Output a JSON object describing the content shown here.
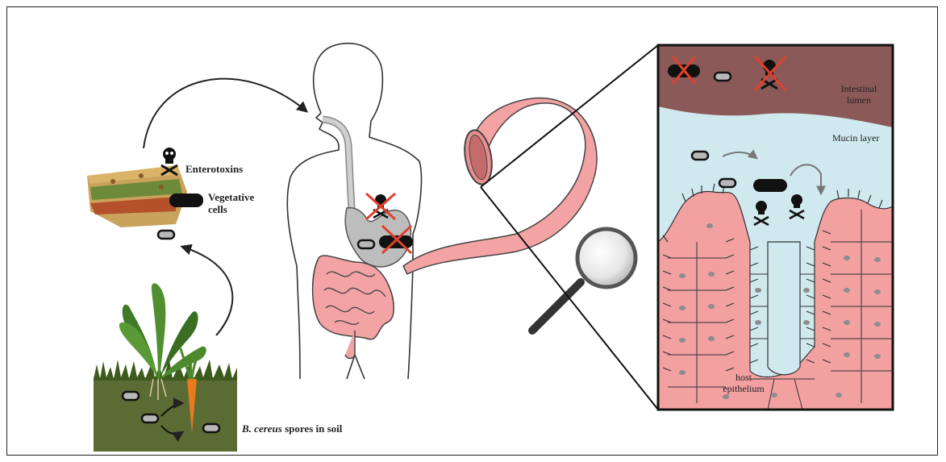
{
  "labels": {
    "enterotoxins": "Enterotoxins",
    "vegetative_cells": "Vegetative cells",
    "soil_species": "B. cereus",
    "soil_rest": " spores in soil",
    "intestinal_lumen": "Intestinal lumen",
    "mucin_layer": "Mucin layer",
    "host_epithelium": "host epithelium"
  },
  "colors": {
    "lumen": "#8b5a58",
    "mucin": "#cfe9ef",
    "epithelium": "#f2a0a0",
    "intestine": "#f3a3a3",
    "stomach": "#bdbdbd",
    "soil": "#5b6b34",
    "grass": "#3e5b1d",
    "cross": "#e0402c"
  }
}
